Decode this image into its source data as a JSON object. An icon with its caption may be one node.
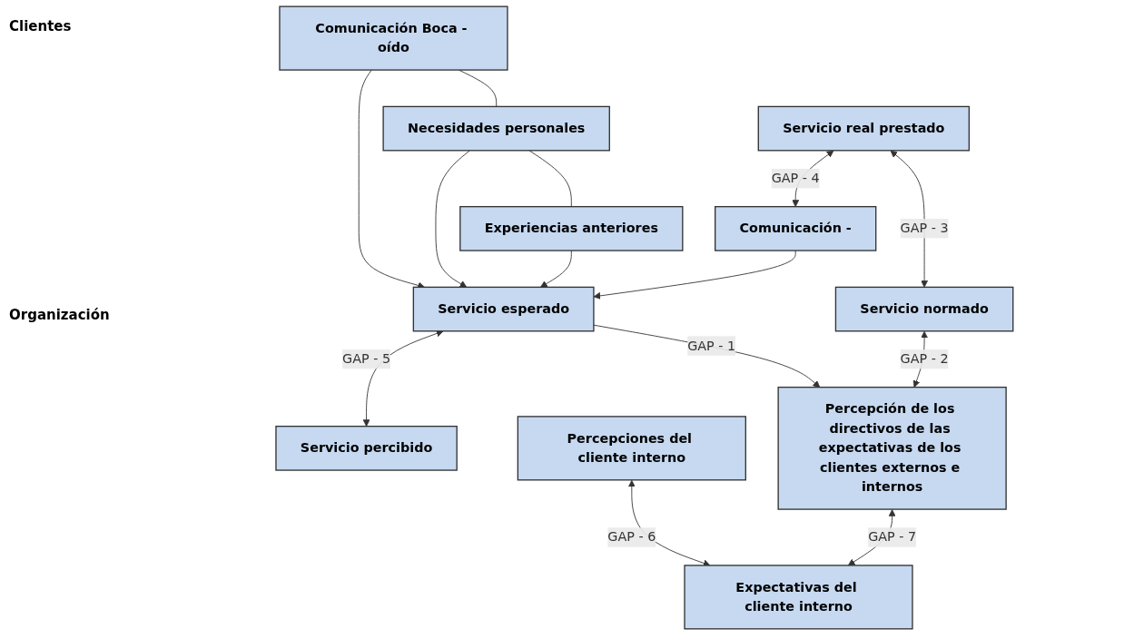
{
  "diagram": {
    "nodes": [
      {
        "text": [
          "Comunicación Boca - oído"
        ]
      },
      {
        "text": [
          "Necesidades personales"
        ]
      },
      {
        "text": [
          "Experiencias anteriores"
        ]
      },
      {
        "text": [
          "Servicio esperado"
        ]
      },
      {
        "text": [
          "Servicio percibido"
        ]
      },
      {
        "text": [
          "Servicio real prestado"
        ]
      },
      {
        "text": [
          "Comunicación -"
        ]
      },
      {
        "text": [
          "Servicio normado"
        ]
      },
      {
        "text": [
          "Percepciones del cliente interno"
        ]
      },
      {
        "text": [
          "Percepción de los directivos de las expectativas de los clientes externos e internos"
        ]
      },
      {
        "text": [
          "Expectativas del cliente interno"
        ]
      }
    ],
    "edges": [
      {
        "from": 0,
        "to": 1,
        "arrow": "none"
      },
      {
        "from": 1,
        "to": 2,
        "arrow": "none"
      },
      {
        "from": 0,
        "to": 3,
        "arrow": "to"
      },
      {
        "from": 1,
        "to": 3,
        "arrow": "to"
      },
      {
        "from": 2,
        "to": 3,
        "arrow": "to"
      },
      {
        "from": 3,
        "to": 4,
        "arrow": "both",
        "label": "GAP - 5"
      },
      {
        "from": 3,
        "to": 9,
        "arrow": "to",
        "label": "GAP - 1"
      },
      {
        "from": 6,
        "to": 3,
        "arrow": "to"
      },
      {
        "from": 5,
        "to": 6,
        "arrow": "both",
        "label": "GAP - 4"
      },
      {
        "from": 5,
        "to": 7,
        "arrow": "both",
        "label": "GAP - 3"
      },
      {
        "from": 7,
        "to": 9,
        "arrow": "both",
        "label": "GAP - 2"
      },
      {
        "from": 8,
        "to": 10,
        "arrow": "both",
        "label": "GAP - 6"
      },
      {
        "from": 9,
        "to": 10,
        "arrow": "both",
        "label": "GAP - 7"
      }
    ],
    "labels": [
      "Clientes",
      "Organización"
    ]
  }
}
